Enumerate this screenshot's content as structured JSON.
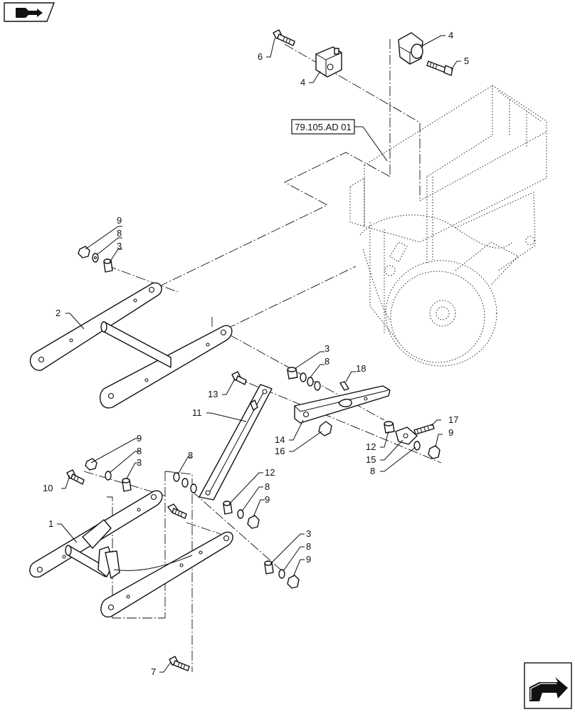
{
  "reference_label": "79.105.AD 01",
  "callouts": [
    {
      "id": "c6",
      "text": "6"
    },
    {
      "id": "c4a",
      "text": "4"
    },
    {
      "id": "c4b",
      "text": "4"
    },
    {
      "id": "c5",
      "text": "5"
    },
    {
      "id": "c9a",
      "text": "9"
    },
    {
      "id": "c8a",
      "text": "8"
    },
    {
      "id": "c3a",
      "text": "3"
    },
    {
      "id": "c2",
      "text": "2"
    },
    {
      "id": "c3b",
      "text": "3"
    },
    {
      "id": "c8b",
      "text": "8"
    },
    {
      "id": "c18",
      "text": "18"
    },
    {
      "id": "c13",
      "text": "13"
    },
    {
      "id": "c11",
      "text": "11"
    },
    {
      "id": "c14",
      "text": "14"
    },
    {
      "id": "c16",
      "text": "16"
    },
    {
      "id": "c17",
      "text": "17"
    },
    {
      "id": "c9b",
      "text": "9"
    },
    {
      "id": "c12a",
      "text": "12"
    },
    {
      "id": "c15",
      "text": "15"
    },
    {
      "id": "c8c",
      "text": "8"
    },
    {
      "id": "c9c",
      "text": "9"
    },
    {
      "id": "c8d",
      "text": "8"
    },
    {
      "id": "c3c",
      "text": "3"
    },
    {
      "id": "c10",
      "text": "10"
    },
    {
      "id": "c8e",
      "text": "8"
    },
    {
      "id": "c12b",
      "text": "12"
    },
    {
      "id": "c8f",
      "text": "8"
    },
    {
      "id": "c9d",
      "text": "9"
    },
    {
      "id": "c1",
      "text": "1"
    },
    {
      "id": "c3d",
      "text": "3"
    },
    {
      "id": "c8g",
      "text": "8"
    },
    {
      "id": "c9e",
      "text": "9"
    },
    {
      "id": "c7",
      "text": "7"
    }
  ],
  "icons": {
    "top_left": "book-arrow-icon",
    "bottom_right": "next-page-arrow-icon"
  }
}
